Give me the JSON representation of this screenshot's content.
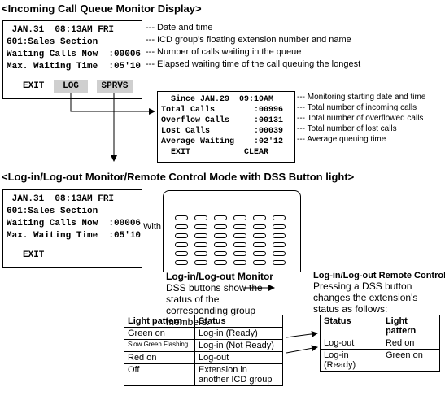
{
  "section1": {
    "heading": "<Incoming Call Queue Monitor Display>",
    "lcd_lines": [
      " JAN.31  08:13AM FRI",
      "601:Sales Section",
      "Waiting Calls Now  :00006",
      "Max. Waiting Time  :05'10"
    ],
    "keys": {
      "exit": "EXIT",
      "log": "LOG",
      "sprvs": "SPRVS"
    },
    "descriptions": [
      "--- Date and time",
      "--- ICD group's floating extension number and name",
      "--- Number of calls waiting in the queue",
      "--- Elapsed waiting time of the call queuing the longest"
    ],
    "log_lines": [
      "  Since JAN.29  09:10AM",
      "Total Calls        :00996",
      "Overflow Calls     :00131",
      "Lost Calls         :00039",
      "Average Waiting    :02'12",
      "  EXIT           CLEAR"
    ],
    "log_descriptions": [
      "--- Monitoring starting date and time",
      "--- Total number of incoming calls",
      "--- Total number of overflowed calls",
      "--- Total number of lost calls",
      "--- Average queuing time"
    ]
  },
  "section2": {
    "heading": "<Log-in/Log-out Monitor/Remote Control Mode with DSS Button light>",
    "lcd_lines": [
      " JAN.31  08:13AM FRI",
      "601:Sales Section",
      "Waiting Calls Now  :00006",
      "Max. Waiting Time  :05'10"
    ],
    "exit": "EXIT",
    "with_label": "With",
    "monitor": {
      "title": "Log-in/Log-out Monitor",
      "text": "DSS buttons show the status of the corresponding group members."
    },
    "remote": {
      "title": "Log-in/Log-out Remote Control",
      "text": "Pressing a DSS button changes the extension's status as follows:"
    },
    "table1": {
      "headers": [
        "Light pattern",
        "Status"
      ],
      "rows": [
        [
          "Green on",
          "Log-in (Ready)"
        ],
        [
          "Slow Green Flashing",
          "Log-in (Not Ready)"
        ],
        [
          "Red on",
          "Log-out"
        ],
        [
          "Off",
          "Extension in another ICD group"
        ]
      ]
    },
    "table2": {
      "headers": [
        "Status",
        "Light pattern"
      ],
      "rows": [
        [
          "Log-out",
          "Red on"
        ],
        [
          "Log-in (Ready)",
          "Green on"
        ]
      ]
    }
  }
}
